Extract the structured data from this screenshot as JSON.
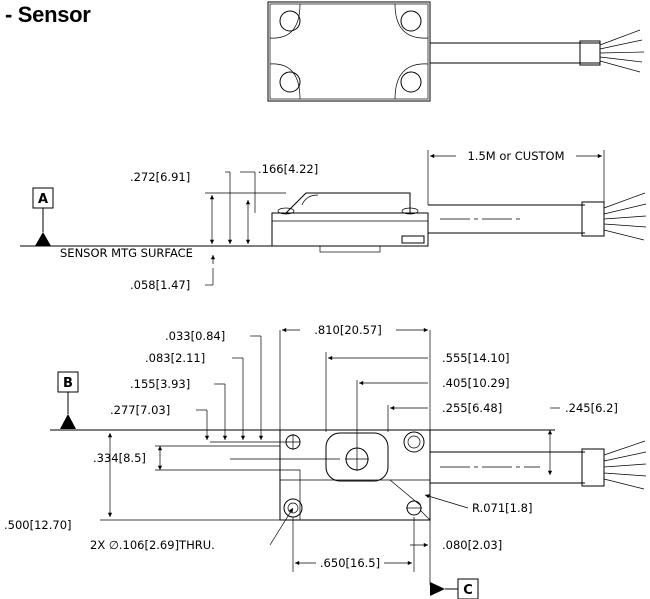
{
  "title": "n - Sensor",
  "side_view": {
    "dim_a": ".272[6.91]",
    "dim_b": ".166[4.22]",
    "dim_c": ".058[1.47]",
    "cable": "1.5M or CUSTOM",
    "datum": "A",
    "surface": "SENSOR MTG SURFACE"
  },
  "top_view": {
    "datum_b": "B",
    "datum_c": "C",
    "d1": ".033[0.84]",
    "d2": ".083[2.11]",
    "d3": ".155[3.93]",
    "d4": ".277[7.03]",
    "d5": ".334[8.5]",
    "d6": ".500[12.70]",
    "d7": ".810[20.57]",
    "d8": ".555[14.10]",
    "d9": ".405[10.29]",
    "d10": ".255[6.48]",
    "d11": ".245[6.2]",
    "d12": "R.071[1.8]",
    "d13": ".080[2.03]",
    "d14": ".650[16.5]",
    "hole": "2X ∅.106[2.69]THRU."
  }
}
